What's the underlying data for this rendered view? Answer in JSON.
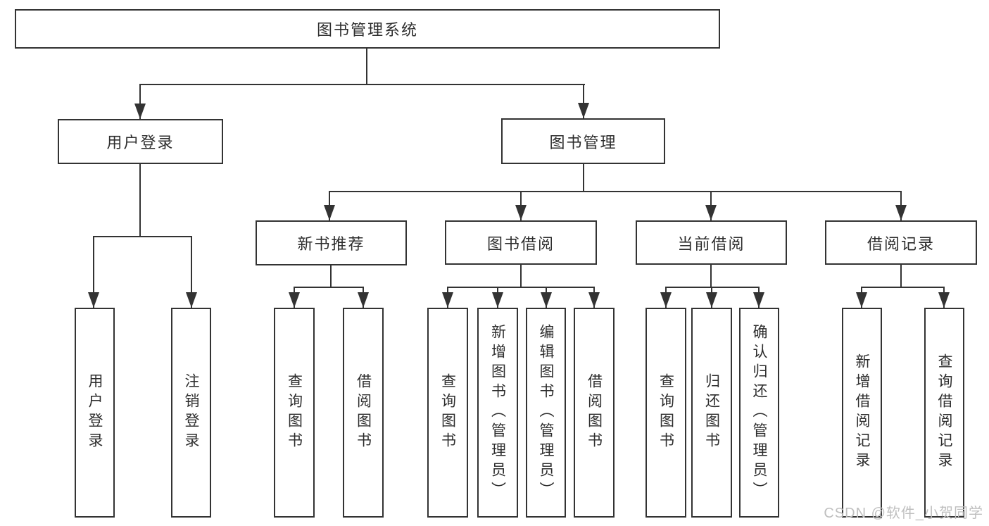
{
  "colors": {
    "line": "#333333",
    "text": "#2d2d2d",
    "box_bg": "#ffffff",
    "watermark": "#bfbfbf"
  },
  "root": {
    "label": "图书管理系统"
  },
  "level1": [
    {
      "label": "用户登录"
    },
    {
      "label": "图书管理"
    }
  ],
  "level2": [
    {
      "label": "新书推荐"
    },
    {
      "label": "图书借阅"
    },
    {
      "label": "当前借阅"
    },
    {
      "label": "借阅记录"
    }
  ],
  "leaves": {
    "user_login": [
      {
        "label": "用户登录"
      },
      {
        "label": "注销登录"
      }
    ],
    "new_books": [
      {
        "label": "查询图书"
      },
      {
        "label": "借阅图书"
      }
    ],
    "book_borrow": [
      {
        "label": "查询图书"
      },
      {
        "label": "新增图书（管理员）"
      },
      {
        "label": "编辑图书（管理员）"
      },
      {
        "label": "借阅图书"
      }
    ],
    "current_borrow": [
      {
        "label": "查询图书"
      },
      {
        "label": "归还图书"
      },
      {
        "label": "确认归还（管理员）"
      }
    ],
    "borrow_records": [
      {
        "label": "新增借阅记录"
      },
      {
        "label": "查询借阅记录"
      }
    ]
  },
  "watermark": "CSDN @软件_小贺同学"
}
